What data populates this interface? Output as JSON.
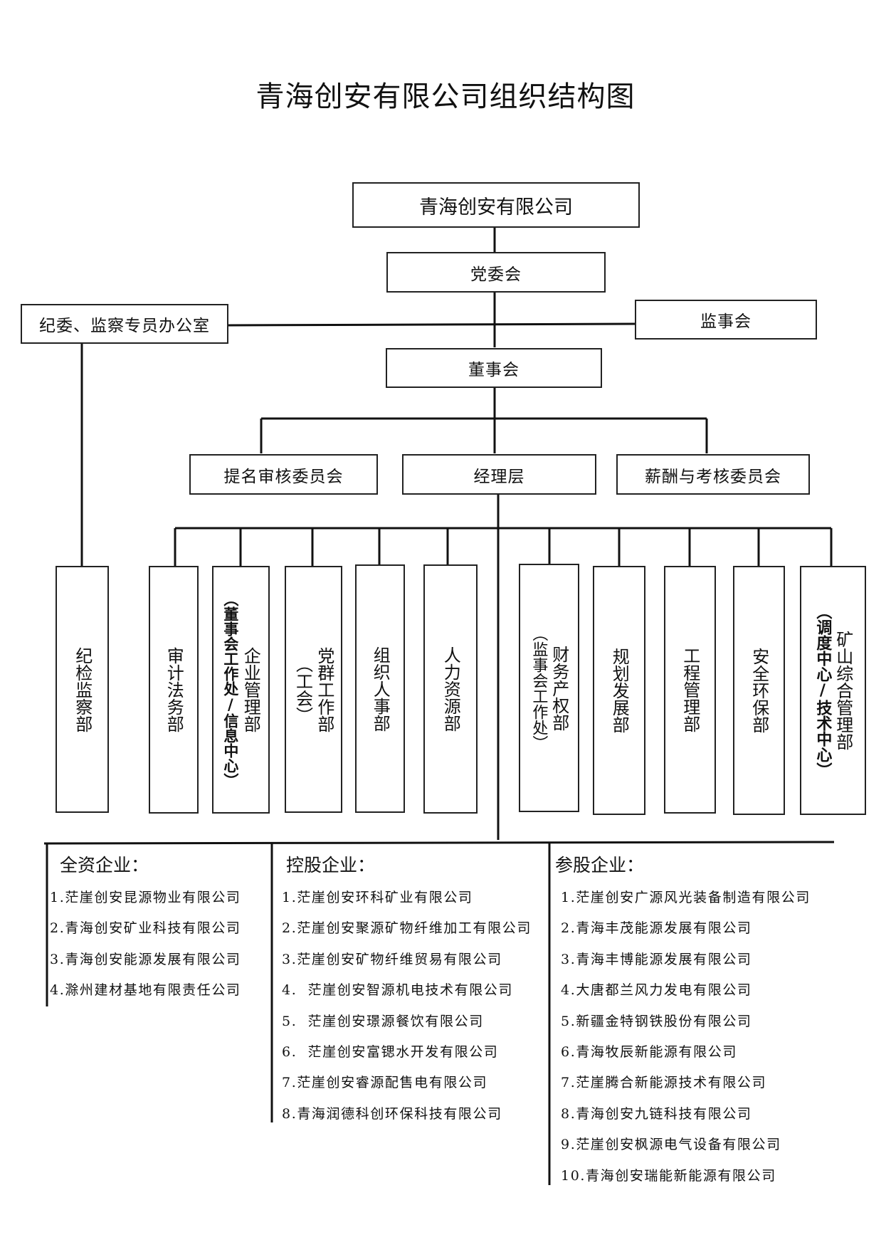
{
  "title": "青海创安有限公司组织结构图",
  "nodes": {
    "company": "青海创安有限公司",
    "party_committee": "党委会",
    "discipline_office": "纪委、监察专员办公室",
    "supervisory_board": "监事会",
    "board_of_directors": "董事会",
    "nomination_committee": "提名审核委员会",
    "management": "经理层",
    "compensation_committee": "薪酬与考核委员会"
  },
  "departments": {
    "discipline": "纪检监察部",
    "audit": "审计法务部",
    "enterprise_main": "企业管理部",
    "enterprise_sub": "（董事会工作处/信息中心）",
    "party_main": "党群工作部",
    "party_sub": "（工会）",
    "org": "组织人事部",
    "hr": "人力资源部",
    "finance_main": "财务产权部",
    "finance_sub": "（监事会工作处）",
    "planning": "规划发展部",
    "engineering": "工程管理部",
    "safety": "安全环保部",
    "mining_main": "矿山综合管理部",
    "mining_sub": "（调度中心/技术中心）"
  },
  "subsidiaries": {
    "wholly_owned": {
      "title": "全资企业：",
      "items": [
        "1.茫崖创安昆源物业有限公司",
        "2.青海创安矿业科技有限公司",
        "3.青海创安能源发展有限公司",
        "4.滁州建材基地有限责任公司"
      ]
    },
    "holding": {
      "title": "控股企业：",
      "items": [
        "1.茫崖创安环科矿业有限公司",
        "2.茫崖创安聚源矿物纤维加工有限公司",
        "3.茫崖创安矿物纤维贸易有限公司",
        "4.  茫崖创安智源机电技术有限公司",
        "5.  茫崖创安璟源餐饮有限公司",
        "6.  茫崖创安富锶水开发有限公司",
        "7.茫崖创安睿源配售电有限公司",
        "8.青海润德科创环保科技有限公司"
      ]
    },
    "participating": {
      "title": "参股企业：",
      "items": [
        "1.茫崖创安广源风光装备制造有限公司",
        "2.青海丰茂能源发展有限公司",
        "3.青海丰博能源发展有限公司",
        "4.大唐都兰风力发电有限公司",
        "5.新疆金特钢铁股份有限公司",
        "6.青海牧辰新能源有限公司",
        "7.茫崖腾合新能源技术有限公司",
        "8.青海创安九链科技有限公司",
        "9.茫崖创安枫源电气设备有限公司",
        "10.青海创安瑞能新能源有限公司"
      ]
    }
  }
}
